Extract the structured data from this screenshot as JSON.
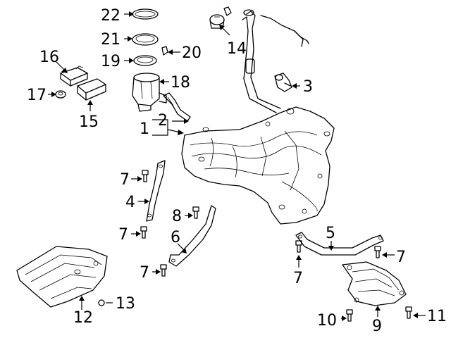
{
  "diagram": {
    "callouts": {
      "c1": "1",
      "c2": "2",
      "c3": "3",
      "c4": "4",
      "c5": "5",
      "c6": "6",
      "c7a": "7",
      "c7b": "7",
      "c7c": "7",
      "c7d": "7",
      "c7e": "7",
      "c8": "8",
      "c9": "9",
      "c10": "10",
      "c11": "11",
      "c12": "12",
      "c13": "13",
      "c14": "14",
      "c15": "15",
      "c16": "16",
      "c17": "17",
      "c18": "18",
      "c19": "19",
      "c20": "20",
      "c21": "21",
      "c22": "22"
    }
  }
}
